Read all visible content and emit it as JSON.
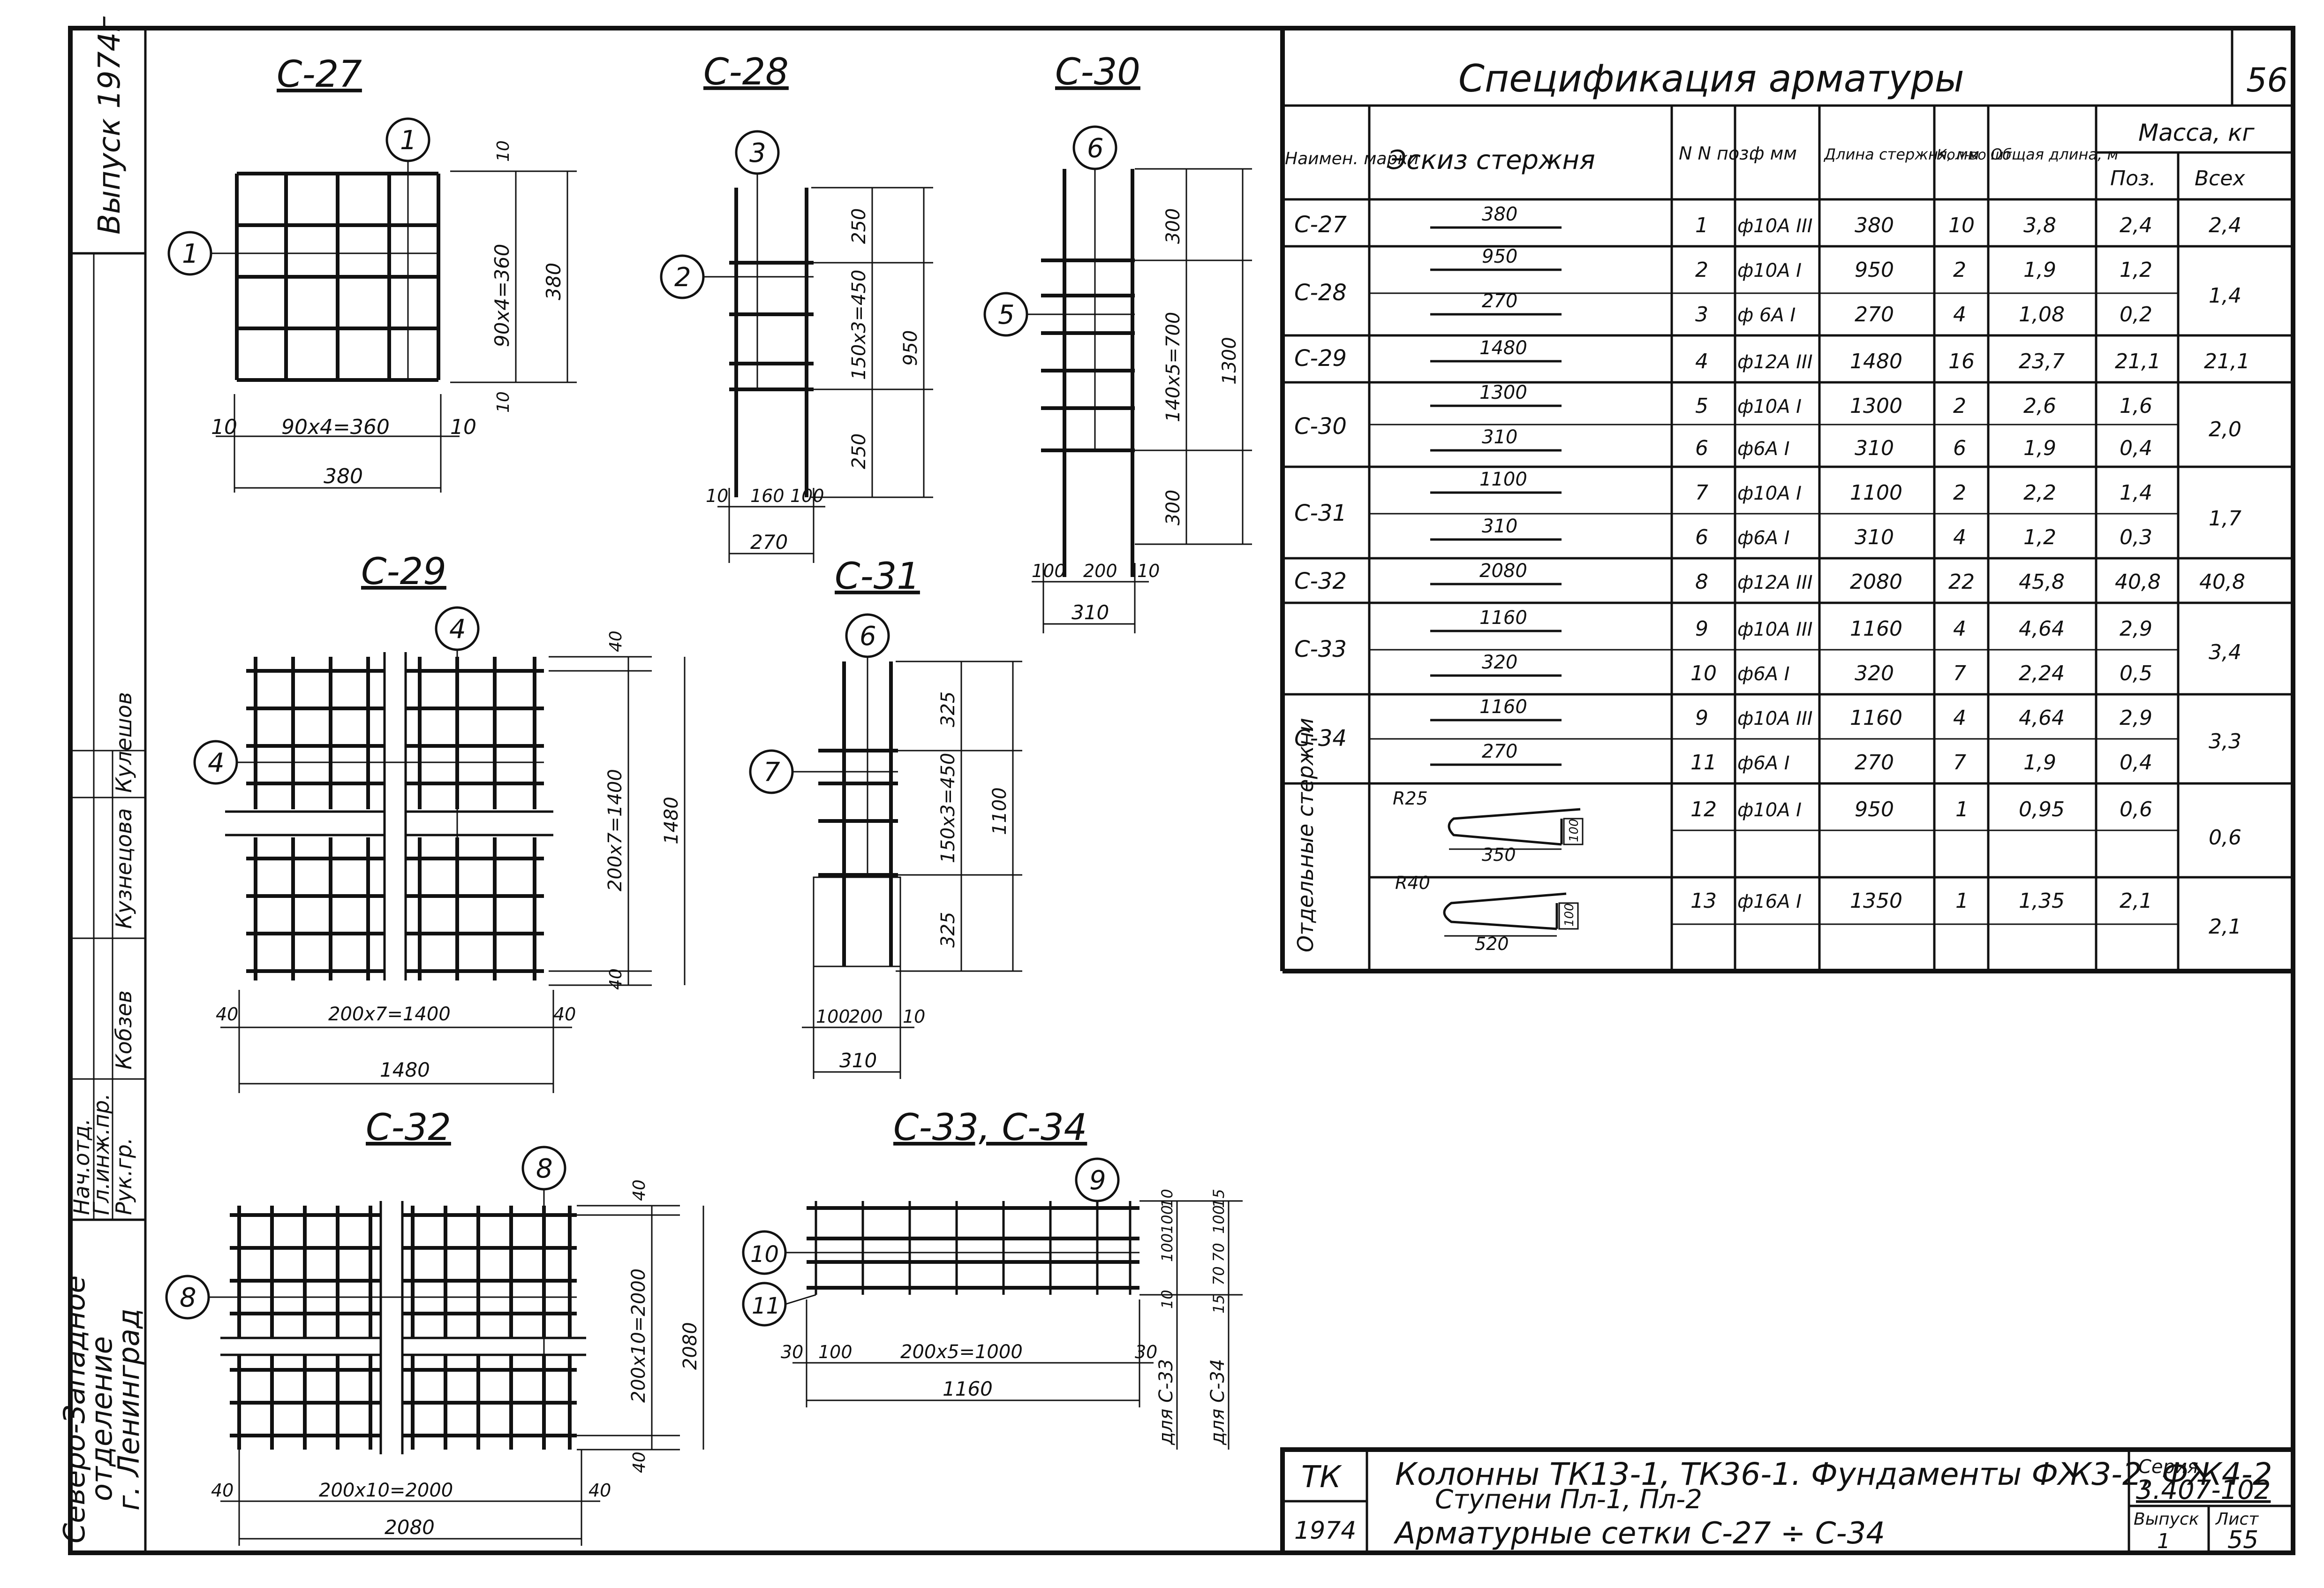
{
  "frame": {
    "edition_label": "Выпуск 1974г",
    "signature_rows": [
      {
        "role": "Нач.отд.",
        "name": "Кобзев"
      },
      {
        "role": "Гл.инж.пр.",
        "name": "Кузнецова"
      },
      {
        "role": "Рук.гр.",
        "name": "Кулешов"
      }
    ],
    "organization": [
      "Северо-Западное",
      "отделение",
      "г. Ленинград"
    ]
  },
  "drawings": {
    "c27": {
      "title": "С-27",
      "marks": [
        "1"
      ],
      "dims": [
        "90х4=360",
        "380",
        "10",
        "10",
        "90х4=360",
        "380",
        "10",
        "10"
      ]
    },
    "c28": {
      "title": "С-28",
      "marks": [
        "3",
        "2"
      ],
      "dims": [
        "250",
        "150х3=450",
        "250",
        "950",
        "10",
        "160",
        "100",
        "270"
      ]
    },
    "c30": {
      "title": "С-30",
      "marks": [
        "6",
        "5"
      ],
      "dims": [
        "300",
        "140х5=700",
        "300",
        "1300",
        "100",
        "200",
        "10",
        "310"
      ]
    },
    "c29": {
      "title": "С-29",
      "marks": [
        "4",
        "4"
      ],
      "dims": [
        "40",
        "200х7=1400",
        "40",
        "1480",
        "40",
        "200х7=1400",
        "40",
        "1480"
      ]
    },
    "c31": {
      "title": "С-31",
      "marks": [
        "6",
        "7"
      ],
      "dims": [
        "325",
        "150х3=450",
        "325",
        "1100",
        "100",
        "200",
        "10",
        "310"
      ]
    },
    "c32": {
      "title": "С-32",
      "marks": [
        "8",
        "8"
      ],
      "dims": [
        "40",
        "200х10=2000",
        "40",
        "2080",
        "40",
        "200х10=2000",
        "40",
        "2080"
      ]
    },
    "c33_34": {
      "title": "С-33, С-34",
      "marks": [
        "9",
        "10",
        "11"
      ],
      "dims": [
        "30",
        "100",
        "200х5=1000",
        "30",
        "1160",
        "10",
        "100",
        "100",
        "10",
        "15",
        "100",
        "70",
        "70",
        "15",
        "для С-33",
        "для С-34"
      ]
    }
  },
  "spec": {
    "title": "Спецификация арматуры",
    "page_number": "56",
    "headers": {
      "mark": "Наимен. марки",
      "sketch": "Эскиз стержня",
      "pos": "N N поз.",
      "dia": "ф мм",
      "len": "Длина стержня, мм",
      "qty": "Кол-во шт.",
      "total_len": "Общая длина, м",
      "mass": "Масса, кг",
      "mass_pos": "Поз.",
      "mass_all": "Всех"
    },
    "rows": [
      {
        "mark": "С-27",
        "sketch": "380",
        "pos": "1",
        "dia": "ф10А III",
        "len": "380",
        "qty": "10",
        "tl": "3,8",
        "mp": "2,4",
        "ma": "2,4"
      },
      {
        "mark": "С-28",
        "sketch": "950",
        "pos": "2",
        "dia": "ф10А I",
        "len": "950",
        "qty": "2",
        "tl": "1,9",
        "mp": "1,2",
        "ma": "1,4"
      },
      {
        "mark": "",
        "sketch": "270",
        "pos": "3",
        "dia": "ф 6А I",
        "len": "270",
        "qty": "4",
        "tl": "1,08",
        "mp": "0,2",
        "ma": ""
      },
      {
        "mark": "С-29",
        "sketch": "1480",
        "pos": "4",
        "dia": "ф12А III",
        "len": "1480",
        "qty": "16",
        "tl": "23,7",
        "mp": "21,1",
        "ma": "21,1"
      },
      {
        "mark": "С-30",
        "sketch": "1300",
        "pos": "5",
        "dia": "ф10А I",
        "len": "1300",
        "qty": "2",
        "tl": "2,6",
        "mp": "1,6",
        "ma": "2,0"
      },
      {
        "mark": "",
        "sketch": "310",
        "pos": "6",
        "dia": "ф6А I",
        "len": "310",
        "qty": "6",
        "tl": "1,9",
        "mp": "0,4",
        "ma": ""
      },
      {
        "mark": "С-31",
        "sketch": "1100",
        "pos": "7",
        "dia": "ф10А I",
        "len": "1100",
        "qty": "2",
        "tl": "2,2",
        "mp": "1,4",
        "ma": "1,7"
      },
      {
        "mark": "",
        "sketch": "310",
        "pos": "6",
        "dia": "ф6А I",
        "len": "310",
        "qty": "4",
        "tl": "1,2",
        "mp": "0,3",
        "ma": ""
      },
      {
        "mark": "С-32",
        "sketch": "2080",
        "pos": "8",
        "dia": "ф12А III",
        "len": "2080",
        "qty": "22",
        "tl": "45,8",
        "mp": "40,8",
        "ma": "40,8"
      },
      {
        "mark": "С-33",
        "sketch": "1160",
        "pos": "9",
        "dia": "ф10А III",
        "len": "1160",
        "qty": "4",
        "tl": "4,64",
        "mp": "2,9",
        "ma": "3,4"
      },
      {
        "mark": "",
        "sketch": "320",
        "pos": "10",
        "dia": "ф6А I",
        "len": "320",
        "qty": "7",
        "tl": "2,24",
        "mp": "0,5",
        "ma": ""
      },
      {
        "mark": "С-34",
        "sketch": "1160",
        "pos": "9",
        "dia": "ф10А III",
        "len": "1160",
        "qty": "4",
        "tl": "4,64",
        "mp": "2,9",
        "ma": "3,3"
      },
      {
        "mark": "",
        "sketch": "270",
        "pos": "11",
        "dia": "ф6А I",
        "len": "270",
        "qty": "7",
        "tl": "1,9",
        "mp": "0,4",
        "ma": ""
      }
    ],
    "separate": {
      "label": "Отдельные стержни",
      "rows": [
        {
          "radius": "R25",
          "len": "350",
          "hook": "100",
          "pos": "12",
          "dia": "ф10А I",
          "lenmm": "950",
          "qty": "1",
          "tl": "0,95",
          "mp": "0,6",
          "ma": "0,6"
        },
        {
          "radius": "R40",
          "len": "520",
          "hook": "100",
          "pos": "13",
          "dia": "ф16А I",
          "lenmm": "1350",
          "qty": "1",
          "tl": "1,35",
          "mp": "2,1",
          "ma": "2,1"
        }
      ]
    }
  },
  "title_block": {
    "code": "ТК",
    "year": "1974",
    "line1": "Колонны ТК13-1, ТК36-1. Фундаменты ФЖ3-2, ФЖ4-2",
    "line2": "Ступени Пл-1, Пл-2",
    "line3": "Арматурные сетки С-27 ÷ С-34",
    "series_label": "Серия",
    "series": "3.407-102",
    "issue_label": "Выпуск",
    "issue": "1",
    "sheet_label": "Лист",
    "sheet": "55"
  }
}
